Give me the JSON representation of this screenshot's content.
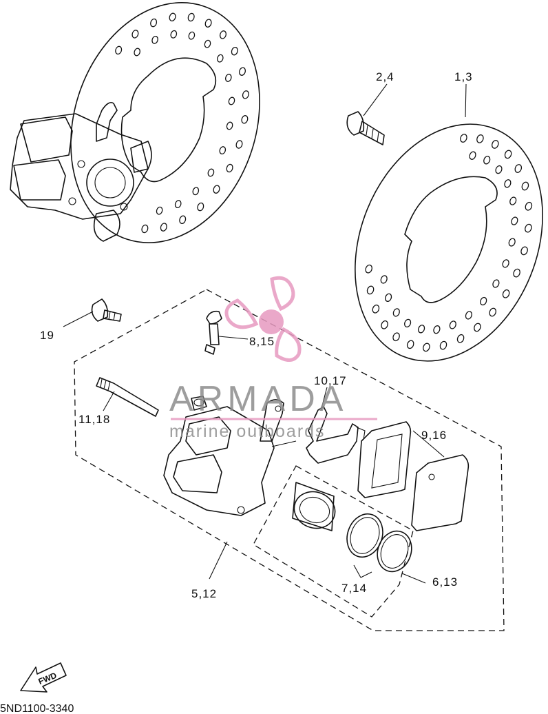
{
  "callouts": {
    "c_2_4": "2,4",
    "c_1_3": "1,3",
    "c_19": "19",
    "c_8_15": "8,15",
    "c_10_17": "10,17",
    "c_11_18": "11,18",
    "c_9_16": "9,16",
    "c_5_12": "5,12",
    "c_7_14": "7,14",
    "c_6_13": "6,13"
  },
  "watermark": {
    "brand": "ARMADA",
    "tagline": "marine outboards",
    "colors": {
      "pink": "#e79ac0",
      "gray": "#8c8c8c"
    }
  },
  "fwd_label": "FWD",
  "diagram_code": "5ND1100-3340"
}
